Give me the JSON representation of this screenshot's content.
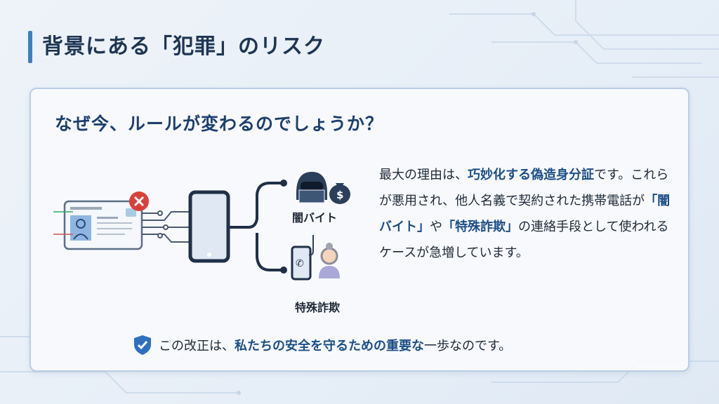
{
  "title": "背景にある「犯罪」のリスク",
  "question": "なぜ今、ルールが変わるのでしょうか？",
  "illustration": {
    "label_top": "闇バイト",
    "label_bottom": "特殊詐欺"
  },
  "body": {
    "s1": "最大の理由は、",
    "s2": "巧妙化する偽造身分証",
    "s3": "です。これらが悪用され、他人名義で契約された携帯電話が",
    "s4": "「闇バイト」",
    "s5": "や",
    "s6": "「特殊詐欺」",
    "s7": "の連絡手段として使われるケースが急増しています。"
  },
  "footer": {
    "f1": "この改正は、",
    "f2": "私たちの安全を守るための重要な",
    "f3": "一歩なのです。"
  },
  "colors": {
    "accent": "#3b7fc4",
    "title": "#1e3553",
    "highlight": "#1d4e86"
  }
}
